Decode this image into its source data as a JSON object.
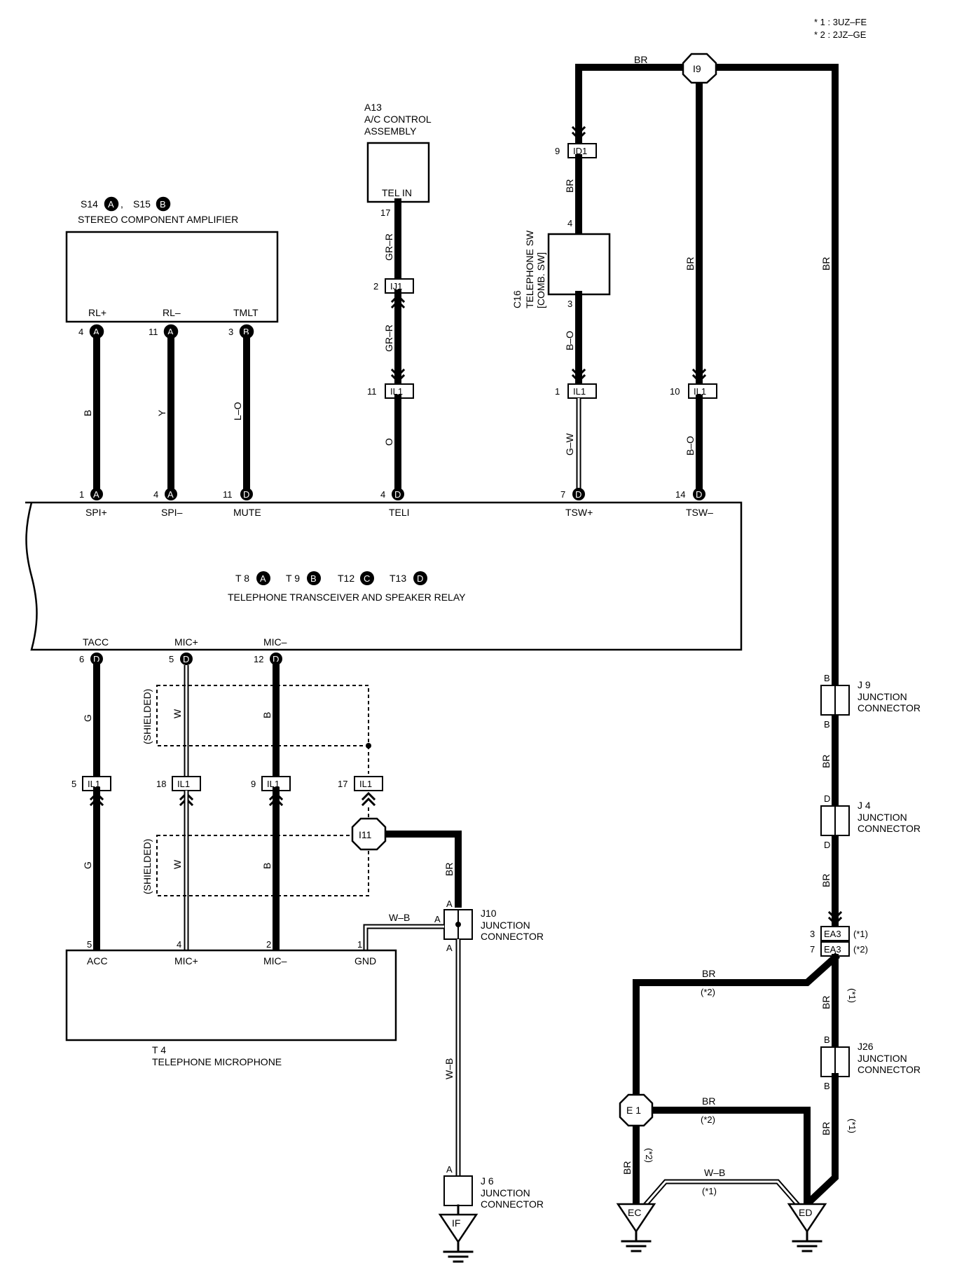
{
  "notes": [
    "* 1 : 3UZ–FE",
    "* 2 : 2JZ–GE"
  ],
  "components": {
    "amp": {
      "ids": "S14",
      "ids2": "S15",
      "letters": [
        "A",
        "B"
      ],
      "name": "STEREO COMPONENT AMPLIFIER",
      "pins": [
        "RL+",
        "RL–",
        "TMLT"
      ]
    },
    "ac": {
      "id": "A13",
      "name1": "A/C CONTROL",
      "name2": "ASSEMBLY",
      "pin": "TEL IN"
    },
    "telsw": {
      "id": "C16",
      "name1": "TELEPHONE SW",
      "name2": "[COMB. SW]"
    },
    "transceiver": {
      "ids": [
        "T 8",
        "T 9",
        "T12",
        "T13"
      ],
      "letters": [
        "A",
        "B",
        "C",
        "D"
      ],
      "name": "TELEPHONE TRANSCEIVER AND SPEAKER RELAY",
      "top_pins": [
        "SPI+",
        "SPI–",
        "MUTE",
        "TELI",
        "TSW+",
        "TSW–"
      ],
      "bottom_pins": [
        "TACC",
        "MIC+",
        "MIC–"
      ]
    },
    "mic": {
      "id": "T 4",
      "name": "TELEPHONE MICROPHONE",
      "pins": [
        "ACC",
        "MIC+",
        "MIC–",
        "GND"
      ]
    },
    "j9": {
      "id": "J 9",
      "name1": "JUNCTION",
      "name2": "CONNECTOR"
    },
    "j4": {
      "id": "J 4",
      "name1": "JUNCTION",
      "name2": "CONNECTOR"
    },
    "j26": {
      "id": "J26",
      "name1": "JUNCTION",
      "name2": "CONNECTOR"
    },
    "j10": {
      "id": "J10",
      "name1": "JUNCTION",
      "name2": "CONNECTOR"
    },
    "j6": {
      "id": "J 6",
      "name1": "JUNCTION",
      "name2": "CONNECTOR"
    }
  },
  "splices": [
    "I9",
    "I11",
    "E 1"
  ],
  "grounds": [
    "IF",
    "EC",
    "ED"
  ],
  "connectors": {
    "ID1": "ID1",
    "IJ1": "IJ1",
    "IL1": "IL1",
    "EA3": "EA3"
  },
  "wire_colors": {
    "BR": "BR",
    "GR_R": "GR–R",
    "O": "O",
    "B_O": "B–O",
    "G_W": "G–W",
    "B": "B",
    "Y": "Y",
    "L_O": "L–O",
    "G": "G",
    "W": "W",
    "W_B": "W–B"
  },
  "shielded": "(SHIELDED)",
  "notes_short": {
    "n1": "(*1)",
    "n2": "(*2)"
  },
  "pin_numbers": {
    "amp": [
      "4",
      "11",
      "3"
    ],
    "amp_letters": [
      "A",
      "A",
      "B"
    ],
    "trans_top": [
      "1",
      "4",
      "11",
      "4",
      "7",
      "14"
    ],
    "trans_top_letters": [
      "A",
      "A",
      "D",
      "D",
      "D",
      "D"
    ],
    "trans_bot": [
      "6",
      "5",
      "12"
    ],
    "trans_bot_letter": "D",
    "ac_pin": "17",
    "ij1": "2",
    "il1_teli": "11",
    "id1": "9",
    "sw_top": "4",
    "sw_bot": "3",
    "il1_tsw": "1",
    "il1_tswm": "10",
    "il1_bottom": [
      "5",
      "18",
      "9",
      "17"
    ],
    "mic": [
      "5",
      "4",
      "2",
      "1"
    ],
    "ea3": [
      "3",
      "7"
    ],
    "j_letters": {
      "B": "B",
      "D": "D",
      "A": "A"
    }
  }
}
